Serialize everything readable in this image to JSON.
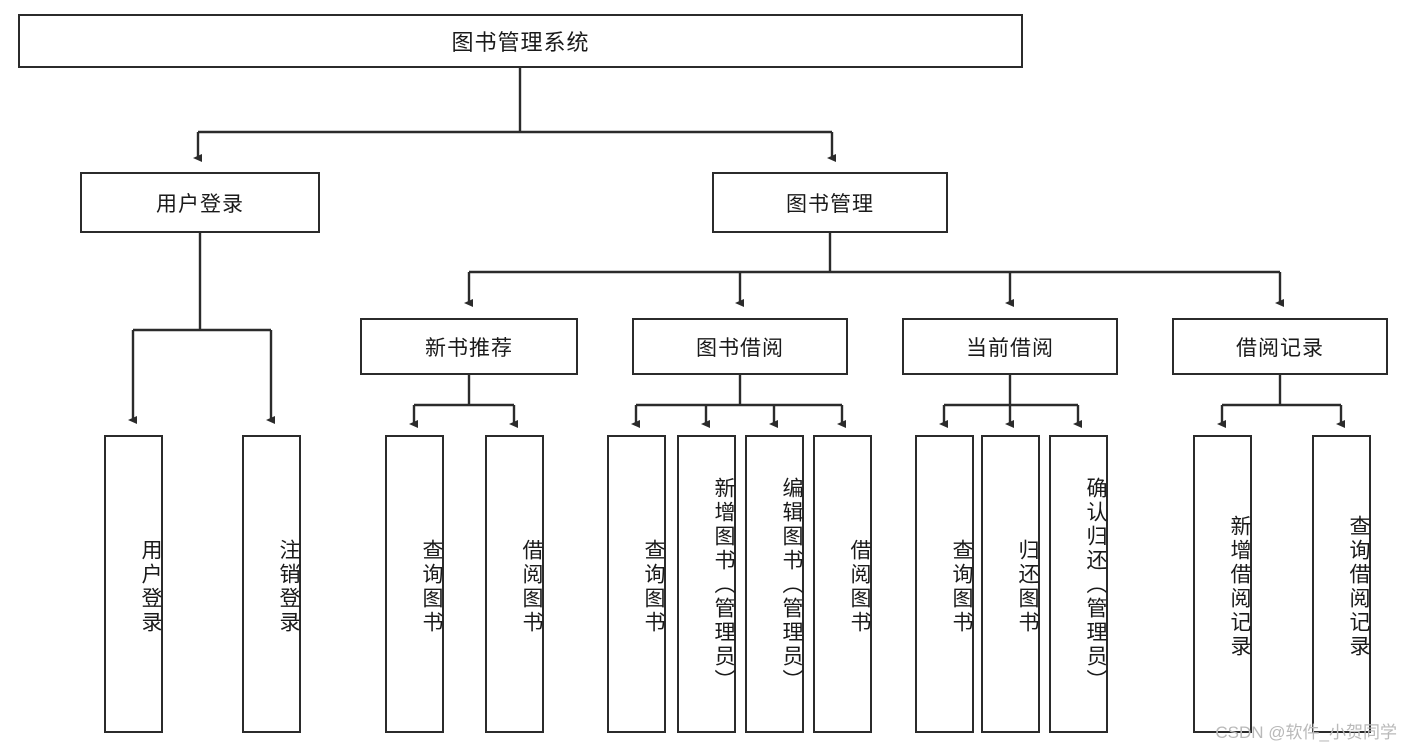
{
  "diagram": {
    "title": "图书管理系统",
    "type": "tree-hierarchy",
    "watermark": "CSDN @软件_小贺同学",
    "colors": {
      "stroke": "#2b2b2b",
      "fill": "#ffffff",
      "text": "#1a1a1a",
      "watermark": "#b9b9b9"
    },
    "levels": {
      "root": "图书管理系统",
      "level2": [
        "用户登录",
        "图书管理"
      ],
      "level3": [
        "新书推荐",
        "图书借阅",
        "当前借阅",
        "借阅记录"
      ],
      "level4": [
        "用户登录",
        "注销登录",
        "查询图书",
        "借阅图书",
        "查询图书",
        "新增图书（管理员）",
        "编辑图书（管理员）",
        "借阅图书",
        "查询图书",
        "归还图书",
        "确认归还（管理员）",
        "新增借阅记录",
        "查询借阅记录"
      ]
    },
    "nodes": {
      "root": {
        "label": "图书管理系统"
      },
      "user_login": {
        "label": "用户登录"
      },
      "book_mgmt": {
        "label": "图书管理"
      },
      "new_book_rec": {
        "label": "新书推荐"
      },
      "book_borrow": {
        "label": "图书借阅"
      },
      "current_borrow": {
        "label": "当前借阅"
      },
      "borrow_record": {
        "label": "借阅记录"
      },
      "leaf_user_login": {
        "label": "用户登录"
      },
      "leaf_logout": {
        "label": "注销登录"
      },
      "leaf_query_book_1": {
        "label": "查询图书"
      },
      "leaf_borrow_book_1": {
        "label": "借阅图书"
      },
      "leaf_query_book_2": {
        "label": "查询图书"
      },
      "leaf_add_book": {
        "label": "新增图书（管理员）"
      },
      "leaf_edit_book": {
        "label": "编辑图书（管理员）"
      },
      "leaf_borrow_book_2": {
        "label": "借阅图书"
      },
      "leaf_query_book_3": {
        "label": "查询图书"
      },
      "leaf_return_book": {
        "label": "归还图书"
      },
      "leaf_confirm_return": {
        "label": "确认归还（管理员）"
      },
      "leaf_add_record": {
        "label": "新增借阅记录"
      },
      "leaf_query_record": {
        "label": "查询借阅记录"
      }
    }
  }
}
